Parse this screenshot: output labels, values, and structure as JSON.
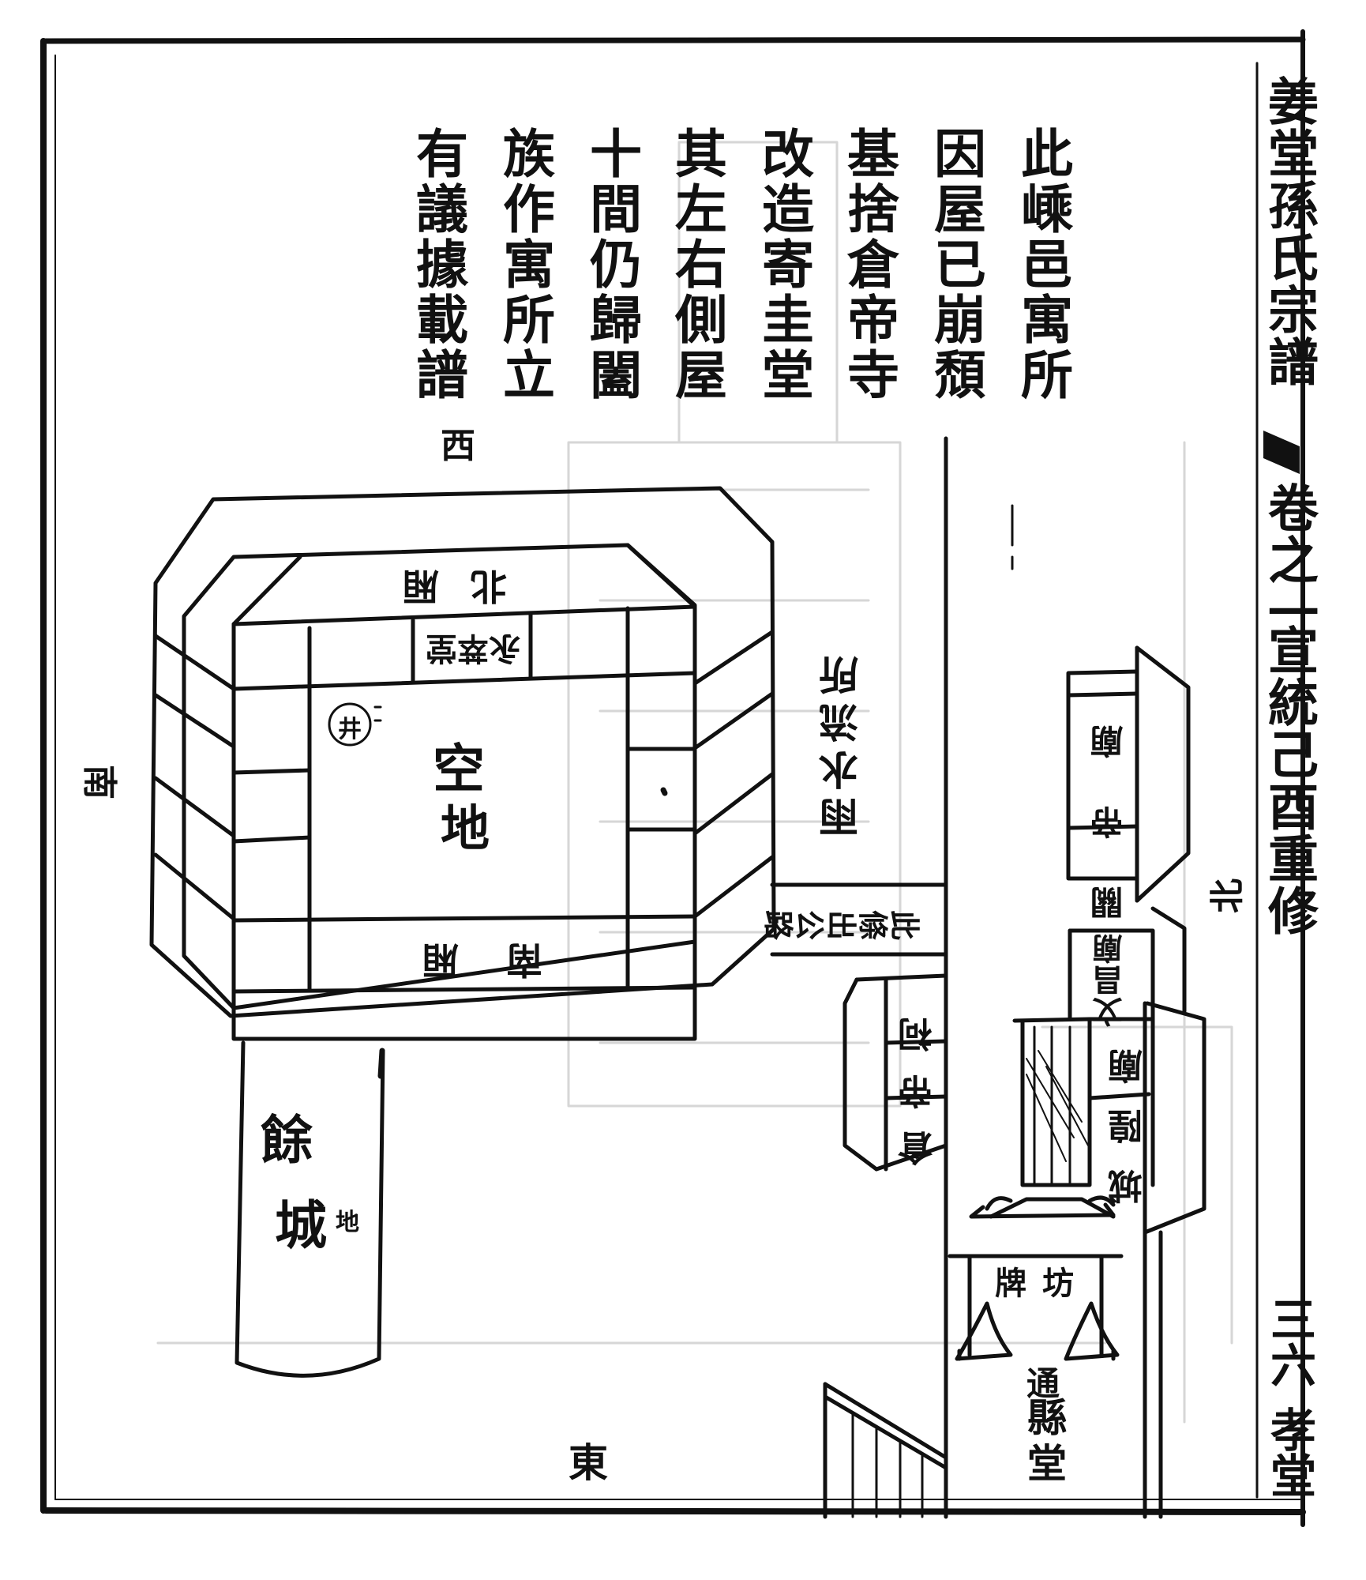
{
  "margin": {
    "title": "姜堂孫氏宗譜",
    "volume": "卷之一",
    "colophon": "宣統己酉重修",
    "page": "三六",
    "hall": "孝堂"
  },
  "note": {
    "columns": [
      "此嵊邑寓所",
      "因屋已崩頹",
      "基捨倉帝寺",
      "改造寄圭堂",
      "其左右側屋",
      "十間仍歸闔",
      "族作寓所立",
      "有議據載譜"
    ]
  },
  "directions": {
    "west": "西",
    "south": "南",
    "north": "北",
    "east": "東"
  },
  "labels": {
    "yongcui_hall": "永萃堂",
    "well": "井",
    "open_ground_1": "空",
    "open_ground_2": "地",
    "north_wing": "北厢",
    "south_wing": "南厢",
    "rain_gutter": "雨水流所",
    "public_road": "此條出公路",
    "guandi_temple": "關帝廟",
    "wenchang_temple": "文昌廟",
    "chenghuang_temple": "城隍廟",
    "cangdi_shrine": "倉帝祠",
    "memorial_arch": "牌坊",
    "county_hall_prefix": "通",
    "county_hall": "縣堂",
    "yucheng_1": "餘",
    "yucheng_2": "城",
    "yucheng_3": "地"
  },
  "colors": {
    "ink": "#111111",
    "paper": "#ffffff",
    "ghost": "#d6d6d6"
  }
}
